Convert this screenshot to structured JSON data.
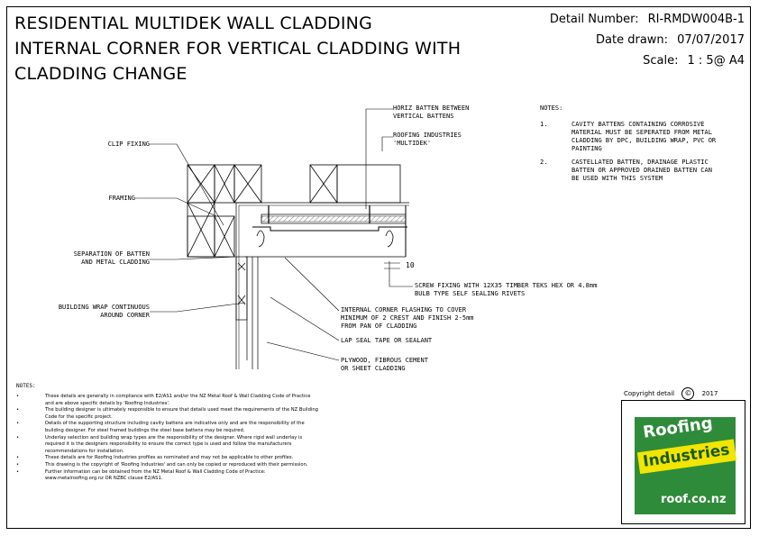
{
  "header": {
    "title_lines": [
      "RESIDENTIAL MULTIDEK WALL CLADDING",
      "INTERNAL CORNER FOR VERTICAL CLADDING WITH",
      "CLADDING CHANGE"
    ],
    "detail_number_label": "Detail Number:",
    "detail_number": "RI-RMDW004B-1",
    "date_label": "Date drawn:",
    "date": "07/07/2017",
    "scale_label": "Scale:",
    "scale": "1 : 5@ A4"
  },
  "labels": {
    "horiz_batten": [
      "HORIZ BATTEN BETWEEN",
      "VERTICAL BATTENS"
    ],
    "roofing_multidek": [
      "ROOFING INDUSTRIES",
      "'MULTIDEK'"
    ],
    "clip_fixing": "CLIP FIXING",
    "framing": "FRAMING",
    "separation": [
      "SEPARATION OF BATTEN",
      "AND METAL CLADDING"
    ],
    "dimension": "10",
    "screw_fixing": [
      "SCREW FIXING WITH 12X35 TIMBER TEKS HEX OR 4.8mm",
      "BULB TYPE SELF SEALING RIVETS"
    ],
    "building_wrap": [
      "BUILDING WRAP CONTINUOUS",
      "AROUND CORNER"
    ],
    "internal_flashing": [
      "INTERNAL CORNER FLASHING TO COVER",
      "MINIMUM OF 2 CREST AND FINISH 2-5mm",
      "FROM PAN OF CLADDING"
    ],
    "lap_seal": "LAP SEAL TAPE OR SEALANT",
    "plywood": [
      "PLYWOOD, FIBROUS CEMENT",
      "OR SHEET CLADDING"
    ]
  },
  "notes": {
    "title": "NOTES:",
    "items": [
      {
        "num": "1.",
        "lines": [
          "CAVITY BATTENS CONTAINING CORROSIVE",
          "MATERIAL MUST BE SEPERATED FROM METAL",
          "CLADDING BY DPC, BUILDING WRAP, PVC OR",
          "PAINTING"
        ]
      },
      {
        "num": "2.",
        "lines": [
          "CASTELLATED BATTEN, DRAINAGE PLASTIC",
          "BATTEN OR APPROVED DRAINED BATTEN CAN",
          "BE USED WITH THIS SYSTEM"
        ]
      }
    ]
  },
  "general_notes": {
    "title": "NOTES:",
    "items": [
      [
        "These details are generally in compliance with E2/AS1 and/or the NZ Metal Roof & Wall Cladding Code of Practice",
        "and are above specific details by 'Roofing Industries'."
      ],
      [
        "The building designer is ultimately responsible to ensure that details used meet the requirements of the NZ Building",
        "Code for the specific project."
      ],
      [
        "Details of the supporting structure including cavity battens are indicative only and are the responsibility of the",
        "building designer. For steel framed buildings the steel base battens may be required."
      ],
      [
        "Underlay selection and building wrap types are the responsibility of the designer. Where rigid wall underlay is",
        "required it is the designers responsibility to ensure the correct type is used and follow the manufacturers",
        "recommendations for installation."
      ],
      [
        "These details are for Roofing Industries profiles as nominated and may not be applicable to other profiles."
      ],
      [
        "This drawing is the copyright of 'Roofing Industries' and can only be copied or reproduced with their permission."
      ],
      [
        "Further information can be obtained from the NZ Metal Roof & Wall Cladding Code of Practice:",
        "www.metalroofing.org.nz OR NZBC clause E2/AS1."
      ]
    ]
  },
  "copyright": {
    "text": "Copyright detail",
    "symbol": "©",
    "year": "2017"
  },
  "logo": {
    "line1": "Roofing",
    "line2": "Industries",
    "website": "roof.co.nz",
    "color_green": "#2e8b3a",
    "color_yellow": "#f2e500"
  }
}
